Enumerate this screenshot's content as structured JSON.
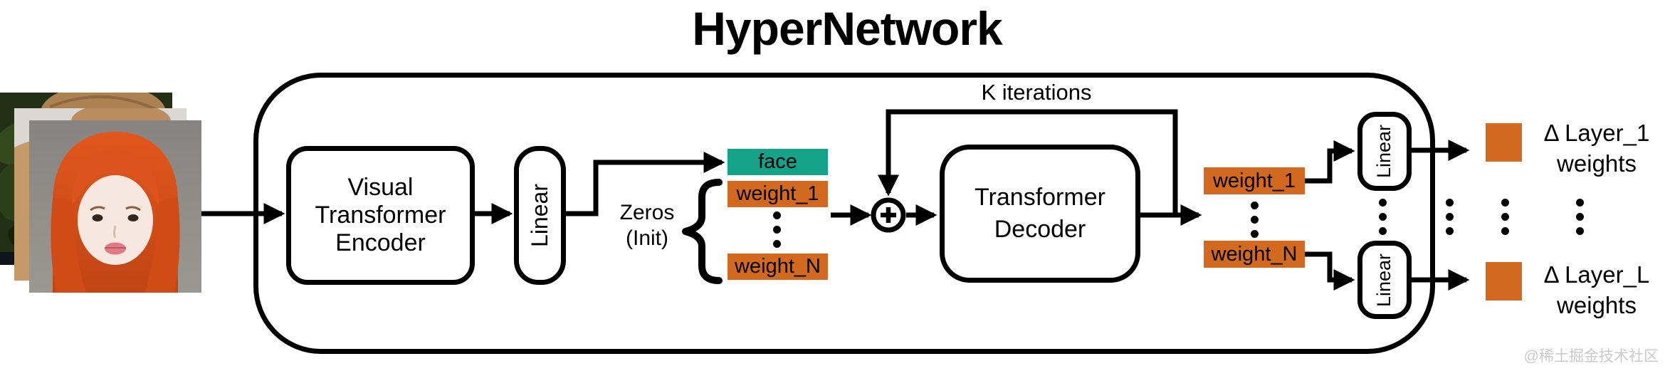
{
  "title": "HyperNetwork",
  "hypernetwork": {
    "encoder": {
      "line1": "Visual",
      "line2": "Transformer",
      "line3": "Encoder"
    },
    "linear_label": "Linear",
    "decoder": {
      "line1": "Transformer",
      "line2": "Decoder"
    },
    "zeros": {
      "line1": "Zeros",
      "line2": "(Init)"
    },
    "k_iterations": "K iterations",
    "tokens": {
      "face": "face",
      "weight_first": "weight_1",
      "weight_last": "weight_N"
    },
    "outputs": {
      "top": {
        "line1": "Δ Layer_1",
        "line2": "weights"
      },
      "bottom": {
        "line1": "Δ Layer_L",
        "line2": "weights"
      }
    }
  },
  "icons": {
    "adder": "plus-in-circle",
    "brace": "left-curly-brace",
    "dots": "vertical-ellipsis",
    "arrows": "solid-black-arrowheads"
  },
  "colors": {
    "face_token": "#14a389",
    "weight_token": "#d2691e",
    "delta_square": "#d2691e",
    "line": "#000000",
    "watermark": "#c9c9c9"
  },
  "watermark": "@稀土掘金技术社区"
}
